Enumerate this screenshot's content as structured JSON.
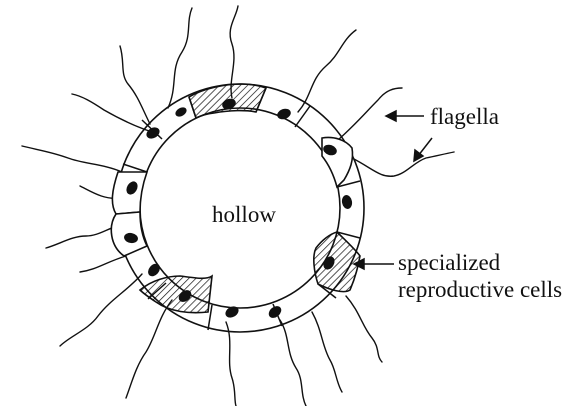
{
  "diagram": {
    "labels": {
      "center": "hollow",
      "flagella": "flagella",
      "reproductive_line1": "specialized",
      "reproductive_line2": "reproductive cells"
    },
    "colors": {
      "ink": "#111111",
      "background": "#ffffff"
    }
  }
}
